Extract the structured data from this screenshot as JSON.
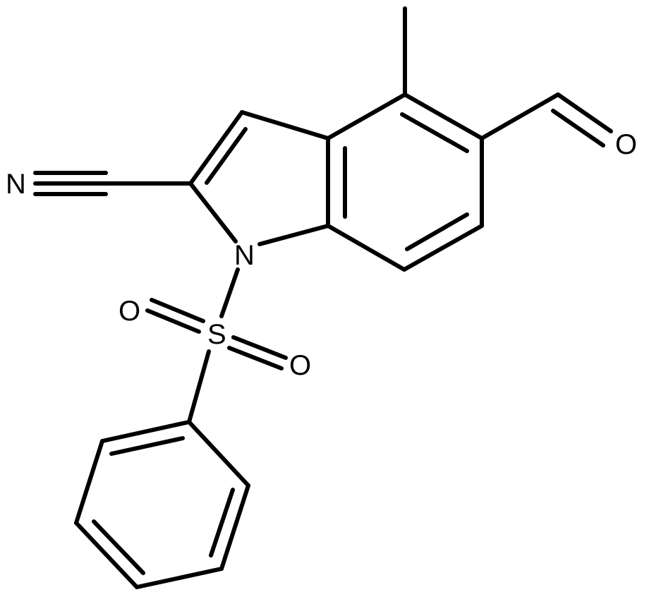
{
  "atoms": {
    "nitrile_n": "N",
    "ring_n": "N",
    "aldehyde_o": "O",
    "sulfonyl_s": "S",
    "sulfonyl_o1": "O",
    "sulfonyl_o2": "O"
  }
}
